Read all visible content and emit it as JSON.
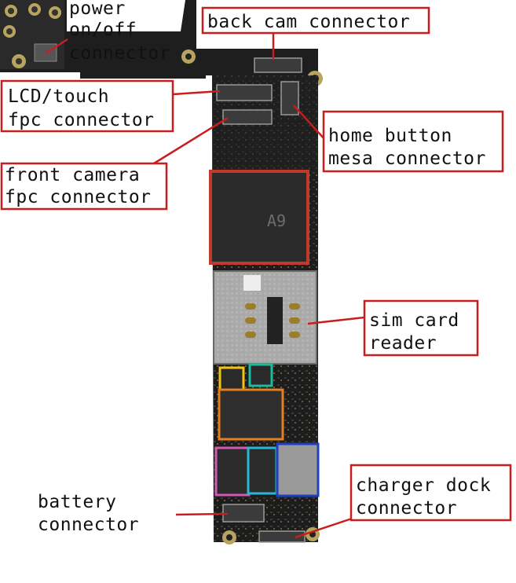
{
  "colors": {
    "label_border": "#c81e1e",
    "leader_line": "#c81e1e",
    "board": "#1c1c1c",
    "a9_outline": "#c0392b",
    "yellow_outline": "#f1c40f",
    "green_outline": "#1abc9c",
    "orange_outline": "#e67e22",
    "magenta_outline": "#d35ab3",
    "cyan_outline": "#2ab7d6",
    "blue_outline": "#1f3fbf"
  },
  "chip_label": "A9",
  "labels": {
    "power": [
      "power",
      "on/off",
      "connector"
    ],
    "back_cam": [
      "back cam connector"
    ],
    "lcd_touch": [
      "LCD/touch",
      "fpc connector"
    ],
    "home_button": [
      "home button",
      "mesa connector"
    ],
    "front_camera": [
      "front camera",
      "fpc connector"
    ],
    "sim_card": [
      "sim card",
      "reader"
    ],
    "charger_dock": [
      "charger dock",
      "connector"
    ],
    "battery": [
      "battery",
      "connector"
    ]
  }
}
